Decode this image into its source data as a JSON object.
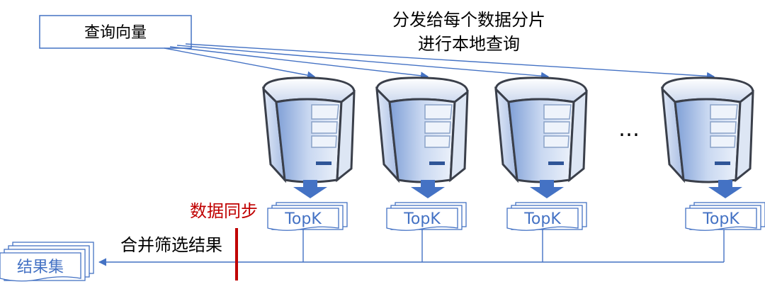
{
  "query_box": {
    "label": "查询向量"
  },
  "heading": {
    "line1": "分发给每个数据分片",
    "line2": "进行本地查询"
  },
  "ellipsis": "…",
  "shards": [
    {
      "result_label": "TopK"
    },
    {
      "result_label": "TopK"
    },
    {
      "result_label": "TopK"
    },
    {
      "result_label": "TopK"
    }
  ],
  "sync_label": "数据同步",
  "merge_label": "合并筛选结果",
  "result_set_label": "结果集",
  "colors": {
    "line": "#4472c4",
    "box_stroke": "#4472c4",
    "text": "#000000",
    "sync_text": "#c00000",
    "sync_bar": "#c00000",
    "result_text": "#4472c4",
    "server_light": "#dce6f5",
    "server_mid": "#a9bfe3",
    "server_dark": "#3a3f4a"
  }
}
